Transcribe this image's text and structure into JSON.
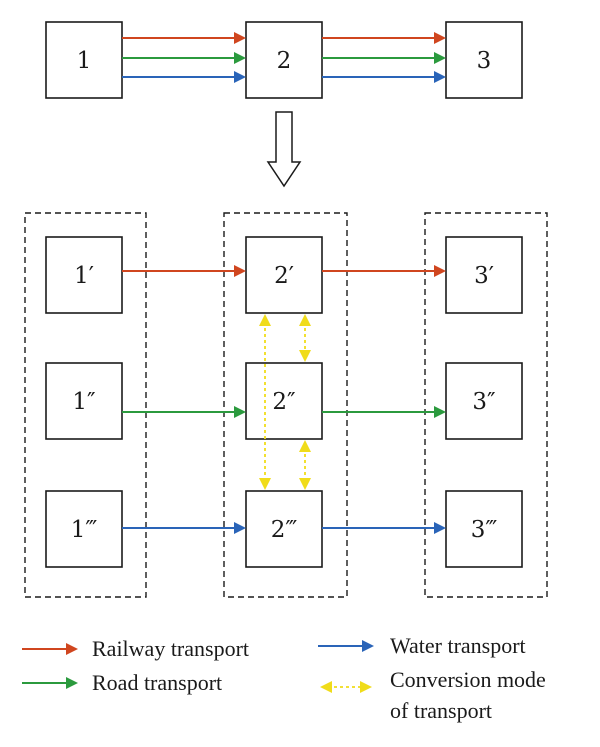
{
  "colors": {
    "railway": "#d0461f",
    "road": "#2b9a3e",
    "water": "#2a64b8",
    "conversion": "#f0dc1a"
  },
  "top_nodes": [
    "1",
    "2",
    "3"
  ],
  "nodes": {
    "n1p": "1′",
    "n1pp": "1″",
    "n1ppp": "1‴",
    "n2p": "2′",
    "n2pp": "2″",
    "n2ppp": "2‴",
    "n3p": "3′",
    "n3pp": "3″",
    "n3ppp": "3‴"
  },
  "legend": {
    "railway": "Railway transport",
    "road": "Road transport",
    "water": "Water transport",
    "conversion_line1": "Conversion mode",
    "conversion_line2": "of transport"
  },
  "icons": {
    "transform": "down-arrow-icon"
  }
}
